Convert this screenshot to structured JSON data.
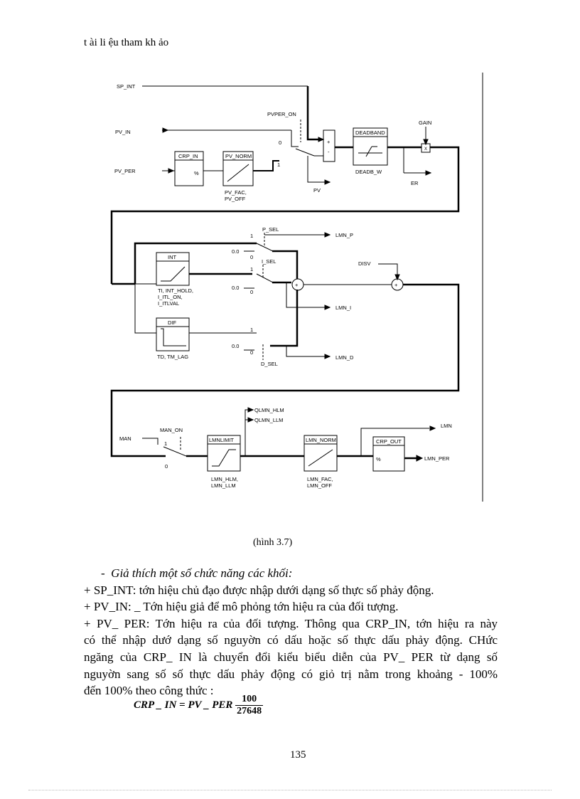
{
  "header": "t ài li ệu tham kh ảo",
  "diagram": {
    "sp_int": "SP_INT",
    "pvper_on": "PVPER_ON",
    "pv_in": "PV_IN",
    "pv_per": "PV_PER",
    "crp_in": "CRP_IN",
    "pct": "%",
    "pv_norm": "PV_NORM",
    "pv_fac_line1": "PV_FAC,",
    "pv_fac_line2": "PV_OFF",
    "zero": "0",
    "one": "1",
    "plus": "+",
    "minus": "-",
    "pv": "PV",
    "deadband": "DEADBAND",
    "deadb_w": "DEADB_W",
    "gain": "GAIN",
    "mult": "X",
    "er": "ER",
    "p_sel": "P_SEL",
    "lmn_p": "LMN_P",
    "val00": "0.0",
    "int": "INT",
    "int_param1": "TI, INT_HOLD,",
    "int_param2": "I_ITL_ON,",
    "int_param3": "I_ITLVAL",
    "i_sel": "I_SEL",
    "disv": "DISV",
    "lmn_i": "LMN_I",
    "dif": "DIF",
    "dif_param": "TD, TM_LAG",
    "d_sel": "D_SEL",
    "lmn_d": "LMN_D",
    "man": "MAN",
    "man_on": "MAN_ON",
    "qlmn_hlm": "QLMN_HLM",
    "qlmn_llm": "QLMN_LLM",
    "lmnlimit": "LMNLIMIT",
    "lmn_hlm": "LMN_HLM,",
    "lmn_llm": "LMN_LLM",
    "lmn_norm": "LMN_NORM",
    "lmn_fac": "LMN_FAC,",
    "lmn_off": "LMN_OFF",
    "crp_out": "CRP_OUT",
    "lmn": "LMN",
    "lmn_per": "LMN_PER"
  },
  "caption": "(hình  3.7)",
  "body": {
    "heading": "Giả thích một số chức năng các khối:",
    "line1": "+ SP_INT: tớn hiệu chủ đạo được nhập dưới dạng số thực số phảy động.",
    "line2": "+ PV_IN: _ Tớn hiệu giả để mô phỏng tớn hiệu ra của đối tượng.",
    "line3": "+ PV_ PER: Tớn hiệu ra của đối tượng. Thông qua CRP_IN, tớn hiệu ra này",
    "line4": "có thể nhập dướ dạng số nguyờn có dấu hoặc số thực dấu phảy động. CHức",
    "line5": "ngăng của CRP_ IN là chuyển đổi kiểu biểu diễn của PV_ PER từ dạng số",
    "line6": "nguyờn sang số số thực dấu phảy động có giỏ trị nằm trong khoảng - 100%",
    "line7": "đến 100% theo công thức :"
  },
  "formula": {
    "lhs": "CRP _ IN = PV _ PER",
    "numerator": "100",
    "denominator": "27648"
  },
  "page_number": "135"
}
